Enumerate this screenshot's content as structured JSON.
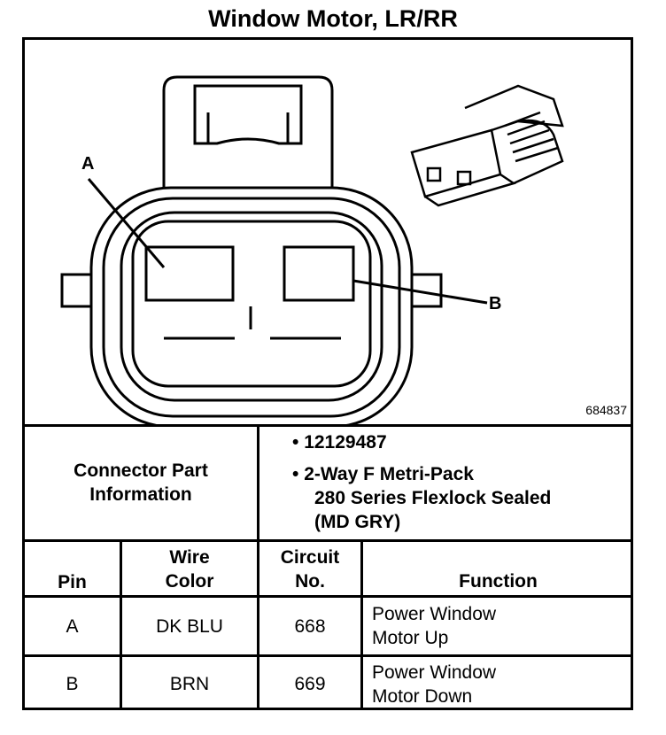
{
  "title": "Window Motor, LR/RR",
  "figure_number": "684837",
  "callouts": {
    "a": "A",
    "b": "B"
  },
  "info": {
    "label_line1": "Connector Part",
    "label_line2": "Information",
    "part_number": "12129487",
    "desc_line1": "2-Way F Metri-Pack",
    "desc_line2": "280 Series Flexlock Sealed",
    "desc_line3": "(MD GRY)"
  },
  "headers": {
    "pin": "Pin",
    "wire1": "Wire",
    "wire2": "Color",
    "circ1": "Circuit",
    "circ2": "No.",
    "function": "Function"
  },
  "rows": [
    {
      "pin": "A",
      "color": "DK BLU",
      "circuit": "668",
      "f1": "Power Window",
      "f2": "Motor Up"
    },
    {
      "pin": "B",
      "color": "BRN",
      "circuit": "669",
      "f1": "Power Window",
      "f2": "Motor Down"
    }
  ]
}
